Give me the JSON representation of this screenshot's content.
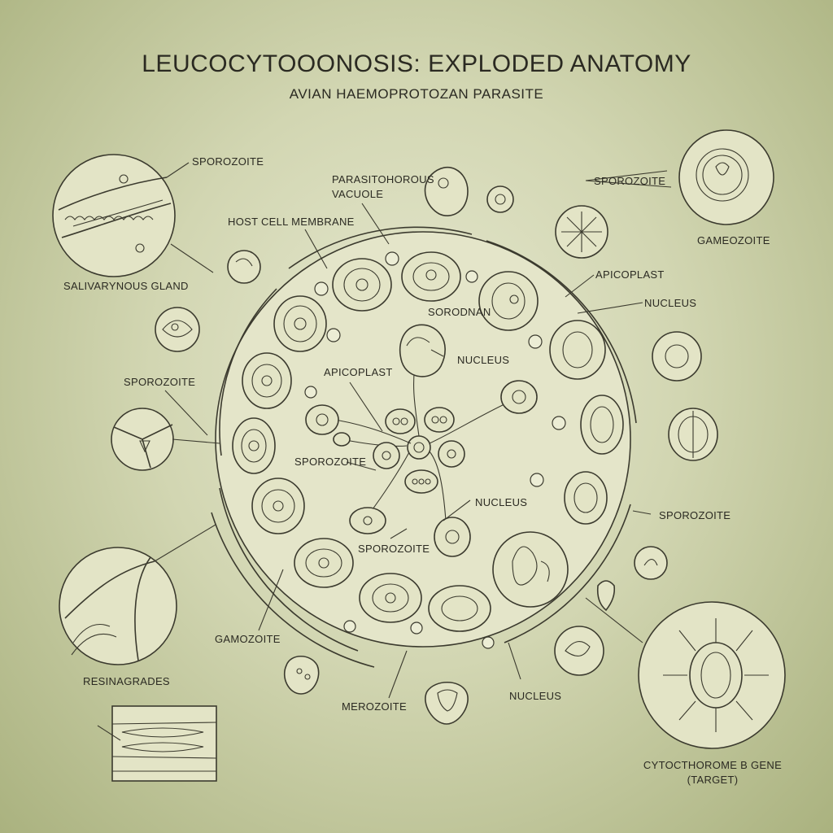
{
  "header": {
    "title": "LEUCOCYTOOONOSIS: EXPLODED ANATOMY",
    "subtitle": "AVIAN HAEMOPROTOZAN PARASITE"
  },
  "labels": {
    "sporozoite_top_left": "SPOROZOITE",
    "salivary_gland": "SALIVARYNOUS GLAND",
    "parasitophorous_vacuole_1": "PARASITOHOROUS",
    "parasitophorous_vacuole_2": "VACUOLE",
    "host_cell_membrane": "HOST CELL MEMBRANE",
    "sporozoite_top_right": "SPOROZOITE",
    "gametozoite_top_right": "GAMEOZOITE",
    "apicoplast_right": "APICOPLAST",
    "nucleus_right": "NUCLEUS",
    "sorodnan": "SORODNAN",
    "apicoplast_center": "APICOPLAST",
    "nucleus_center": "NUCLEUS",
    "sporozoite_left": "SPOROZOITE",
    "sporozoite_center": "SPOROZOITE",
    "nucleus_center_lower": "NUCLEUS",
    "sporozoite_right": "SPOROZOITE",
    "sporozoite_bottom_center": "SPOROZOITE",
    "gamozoite_bottom_left": "GAMOZOITE",
    "resinagrades": "RESINAGRADES",
    "merozoite": "MEROZOITE",
    "nucleus_bottom": "NUCLEUS",
    "cytochrome_1": "CYTOCTHOROME B GENE",
    "cytochrome_2": "(TARGET)"
  },
  "colors": {
    "ink": "#3b3a2e",
    "background": "#d2d6b2",
    "cell_fill": "#e3e4c6"
  }
}
